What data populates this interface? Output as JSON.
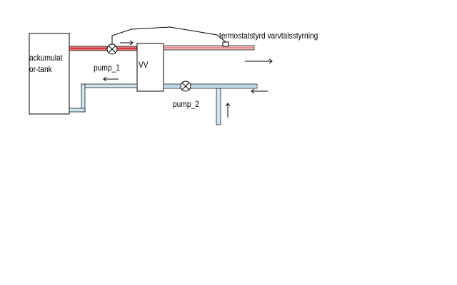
{
  "labels": {
    "tank_line1": "ackumulat",
    "tank_line2": "or-tank",
    "vv": "VV",
    "pump_1": "pump_1",
    "pump_2": "pump_2",
    "control": "termostatstyrd varvtalsstyrning"
  },
  "colors": {
    "hot_pipe": "#e0787a",
    "hot_pipe_dark": "#d02020",
    "cold_pipe": "#a8d0e6",
    "outline": "#000000",
    "background": "#ffffff"
  },
  "icons": {
    "pump": "pump-valve-icon",
    "arrow": "flow-arrow-icon"
  }
}
